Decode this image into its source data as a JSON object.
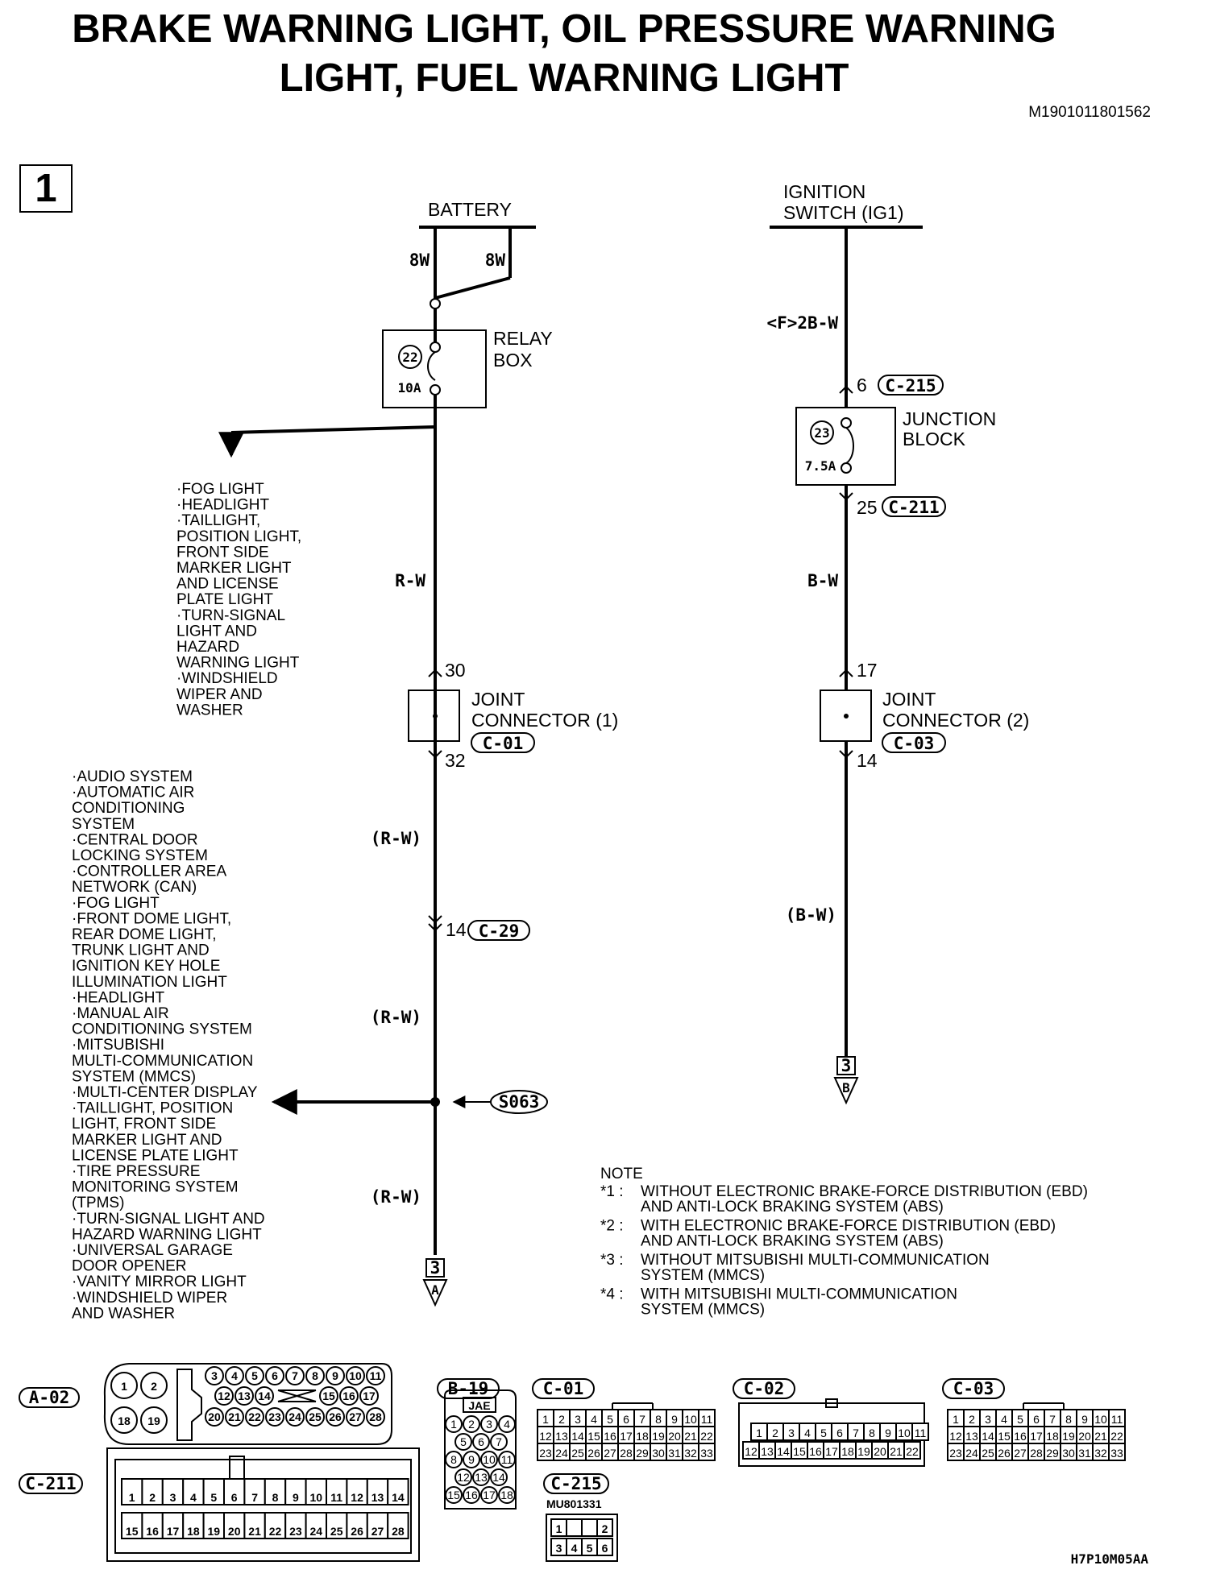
{
  "title": {
    "line1": "BRAKE WARNING LIGHT, OIL PRESSURE WARNING",
    "line2": "LIGHT, FUEL WARNING LIGHT",
    "doc_id": "M1901011801562"
  },
  "page_number": "1",
  "left_circuit": {
    "source": "BATTERY",
    "wire_left": "8W",
    "wire_right": "8W",
    "relay_box": {
      "label_line1": "RELAY",
      "label_line2": "BOX",
      "fuse_no": "22",
      "fuse_rating": "10A"
    },
    "branch_list_1": [
      "·FOG LIGHT",
      "·HEADLIGHT",
      "·TAILLIGHT,",
      " POSITION LIGHT,",
      " FRONT SIDE",
      " MARKER LIGHT",
      " AND LICENSE",
      " PLATE LIGHT",
      "·TURN-SIGNAL",
      " LIGHT AND",
      " HAZARD",
      " WARNING LIGHT",
      "·WINDSHIELD",
      " WIPER AND",
      " WASHER"
    ],
    "wire_color_1": "R-W",
    "joint_connector": {
      "pin_in": "30",
      "pin_out": "32",
      "label_line1": "JOINT",
      "label_line2": "CONNECTOR (1)",
      "connector": "C-01"
    },
    "wire_color_2": "(R-W)",
    "connector_c29": {
      "pin": "14",
      "connector": "C-29"
    },
    "wire_color_3": "(R-W)",
    "splice": "S063",
    "wire_color_4": "(R-W)",
    "branch_list_2": [
      "·AUDIO SYSTEM",
      "·AUTOMATIC AIR",
      " CONDITIONING",
      " SYSTEM",
      "·CENTRAL DOOR",
      " LOCKING SYSTEM",
      "·CONTROLLER AREA",
      " NETWORK (CAN)",
      "·FOG LIGHT",
      "·FRONT DOME LIGHT,",
      " REAR DOME LIGHT,",
      " TRUNK LIGHT AND",
      " IGNITION KEY HOLE",
      " ILLUMINATION LIGHT",
      "·HEADLIGHT",
      "·MANUAL AIR",
      " CONDITIONING SYSTEM",
      "·MITSUBISHI",
      " MULTI-COMMUNICATION",
      " SYSTEM (MMCS)",
      "·MULTI-CENTER DISPLAY",
      "·TAILLIGHT, POSITION",
      " LIGHT, FRONT SIDE",
      " MARKER LIGHT AND",
      " LICENSE PLATE LIGHT",
      "·TIRE PRESSURE",
      " MONITORING SYSTEM",
      " (TPMS)",
      "·TURN-SIGNAL LIGHT AND",
      " HAZARD WARNING LIGHT",
      "·UNIVERSAL GARAGE",
      " DOOR OPENER",
      "·VANITY MIRROR LIGHT",
      "·WINDSHIELD WIPER",
      " AND WASHER"
    ],
    "offpage": {
      "page": "3",
      "letter": "A"
    }
  },
  "right_circuit": {
    "source_line1": "IGNITION",
    "source_line2": "SWITCH (IG1)",
    "wire_color_top": "<F>2B-W",
    "pin_in": "6",
    "connector_in": "C-215",
    "junction_block": {
      "label_line1": "JUNCTION",
      "label_line2": "BLOCK",
      "fuse_no": "23",
      "fuse_rating": "7.5A"
    },
    "pin_out": "25",
    "connector_out": "C-211",
    "wire_color_1": "B-W",
    "joint_connector": {
      "pin_in": "17",
      "pin_out": "14",
      "label_line1": "JOINT",
      "label_line2": "CONNECTOR (2)",
      "connector": "C-03"
    },
    "wire_color_2": "(B-W)",
    "offpage": {
      "page": "3",
      "letter": "B"
    }
  },
  "notes": {
    "header": "NOTE",
    "items": [
      {
        "mark": "*1 :",
        "line1": "WITHOUT ELECTRONIC BRAKE-FORCE DISTRIBUTION (EBD)",
        "line2": "AND ANTI-LOCK BRAKING SYSTEM (ABS)"
      },
      {
        "mark": "*2 :",
        "line1": "WITH ELECTRONIC BRAKE-FORCE DISTRIBUTION (EBD)",
        "line2": "AND ANTI-LOCK BRAKING SYSTEM (ABS)"
      },
      {
        "mark": "*3 :",
        "line1": "WITHOUT MITSUBISHI MULTI-COMMUNICATION",
        "line2": "SYSTEM (MMCS)"
      },
      {
        "mark": "*4 :",
        "line1": "WITH MITSUBISHI MULTI-COMMUNICATION",
        "line2": "SYSTEM (MMCS)"
      }
    ]
  },
  "connectors": {
    "a02": {
      "label": "A-02",
      "big_top": [
        "1",
        "2"
      ],
      "big_bottom": [
        "18",
        "19"
      ],
      "row1": [
        "3",
        "4",
        "5",
        "6",
        "7",
        "8",
        "9",
        "10",
        "11"
      ],
      "row2": [
        "12",
        "13",
        "14",
        "15",
        "16",
        "17"
      ],
      "row3": [
        "20",
        "21",
        "22",
        "23",
        "24",
        "25",
        "26",
        "27",
        "28"
      ]
    },
    "c211": {
      "label": "C-211",
      "row1": [
        "1",
        "2",
        "3",
        "4",
        "5",
        "6",
        "7",
        "8",
        "9",
        "10",
        "11",
        "12",
        "13",
        "14"
      ],
      "row2": [
        "15",
        "16",
        "17",
        "18",
        "19",
        "20",
        "21",
        "22",
        "23",
        "24",
        "25",
        "26",
        "27",
        "28"
      ]
    },
    "b19": {
      "label": "B-19",
      "maker": "JAE",
      "rows": [
        [
          "1",
          "2",
          "3",
          "4"
        ],
        [
          "5",
          "6",
          "7"
        ],
        [
          "8",
          "9",
          "10",
          "11"
        ],
        [
          "12",
          "13",
          "14"
        ],
        [
          "15",
          "16",
          "17",
          "18"
        ]
      ]
    },
    "c01": {
      "label": "C-01",
      "row1": [
        "1",
        "2",
        "3",
        "4",
        "5",
        "6",
        "7",
        "8",
        "9",
        "10",
        "11"
      ],
      "row2": [
        "12",
        "13",
        "14",
        "15",
        "16",
        "17",
        "18",
        "19",
        "20",
        "21",
        "22"
      ],
      "row3": [
        "23",
        "24",
        "25",
        "26",
        "27",
        "28",
        "29",
        "30",
        "31",
        "32",
        "33"
      ]
    },
    "c02": {
      "label": "C-02",
      "row1": [
        "1",
        "2",
        "3",
        "4",
        "5",
        "6",
        "7",
        "8",
        "9",
        "10",
        "11"
      ],
      "row2": [
        "12",
        "13",
        "14",
        "15",
        "16",
        "17",
        "18",
        "19",
        "20",
        "21",
        "22"
      ]
    },
    "c03": {
      "label": "C-03",
      "row1": [
        "1",
        "2",
        "3",
        "4",
        "5",
        "6",
        "7",
        "8",
        "9",
        "10",
        "11"
      ],
      "row2": [
        "12",
        "13",
        "14",
        "15",
        "16",
        "17",
        "18",
        "19",
        "20",
        "21",
        "22"
      ],
      "row3": [
        "23",
        "24",
        "25",
        "26",
        "27",
        "28",
        "29",
        "30",
        "31",
        "32",
        "33"
      ]
    },
    "c215": {
      "label": "C-215",
      "part_no": "MU801331",
      "row1": [
        "1",
        "",
        "",
        "2"
      ],
      "row2": [
        "3",
        "4",
        "5",
        "6"
      ]
    }
  },
  "figure_code": "H7P10M05AA"
}
